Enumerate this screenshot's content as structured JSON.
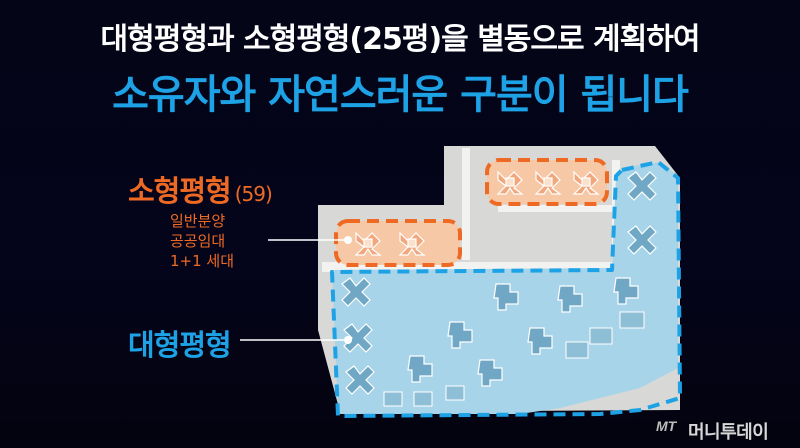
{
  "header": {
    "line1": "대형평형과 소형평형(25평)을 별동으로 계획하여",
    "line2": "소유자와 자연스러운 구분이 됩니다"
  },
  "small_units": {
    "label": "소형평형",
    "count": "(59)",
    "lines": [
      "일반분양",
      "공공임대",
      "1+1 세대"
    ]
  },
  "large_units": {
    "label": "대형평형"
  },
  "colors": {
    "accent_blue": "#1ea2e6",
    "accent_orange": "#ee6a24",
    "background": "#050518"
  },
  "watermark": {
    "logo": "MT",
    "text": "머니투데이"
  }
}
